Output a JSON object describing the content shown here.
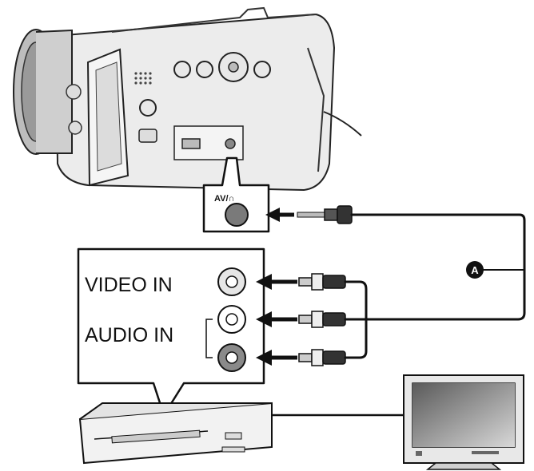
{
  "camera": {
    "jack_label": "AV/∩",
    "headphone_glyph": "headphone-icon"
  },
  "recorder": {
    "video_in_label": "VIDEO IN",
    "audio_in_label": "AUDIO IN"
  },
  "cable": {
    "marker_label": "A"
  },
  "colors": {
    "line": "#111111",
    "jack_video": "#e6e6e6",
    "jack_audio_white": "#ffffff",
    "jack_audio_red": "#8a8a8a"
  }
}
